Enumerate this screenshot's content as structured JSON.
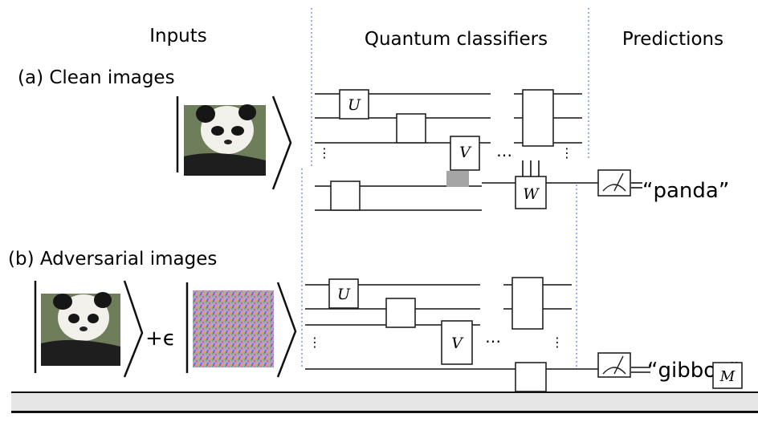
{
  "headers": {
    "inputs": "Inputs",
    "classifiers": "Quantum classifiers",
    "predictions": "Predictions"
  },
  "rows": {
    "clean": {
      "label": "(a) Clean images",
      "prediction": "“panda”"
    },
    "adversarial": {
      "label": "(b) Adversarial images",
      "plus_epsilon": "+ϵ",
      "prediction": "“gibbon”"
    }
  },
  "gates": {
    "u": "U",
    "v": "V",
    "w": "W",
    "m": "M"
  },
  "ellipsis_h": "⋯",
  "ellipsis_v": "⋮",
  "colors": {
    "divider": "#3a5fcd",
    "wire": "#111111",
    "gate_stroke": "#222222"
  }
}
